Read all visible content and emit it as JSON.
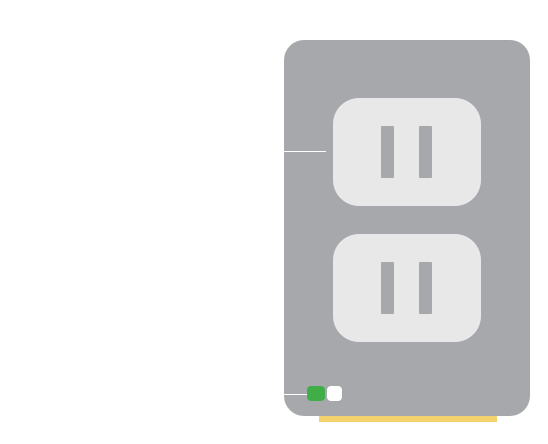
{
  "colors": {
    "page_background": "#ffffff",
    "plate": "#a7a8ab",
    "receptacle_face": "#e8e8e9",
    "slot": "#a7a8ab",
    "leader_line": "#ffffff",
    "indicator_led": "#3fae49",
    "indicator_switch": "#ffffff",
    "base_strip": "#f3d16c"
  },
  "outlet": {
    "receptacles": [
      {
        "name": "upper-receptacle",
        "slots": [
          "left",
          "right"
        ]
      },
      {
        "name": "lower-receptacle",
        "slots": [
          "left",
          "right"
        ]
      }
    ],
    "indicator": {
      "led_state": "on"
    }
  },
  "icons": {
    "outlet": "wall-outlet-icon",
    "led": "led-indicator-icon"
  }
}
